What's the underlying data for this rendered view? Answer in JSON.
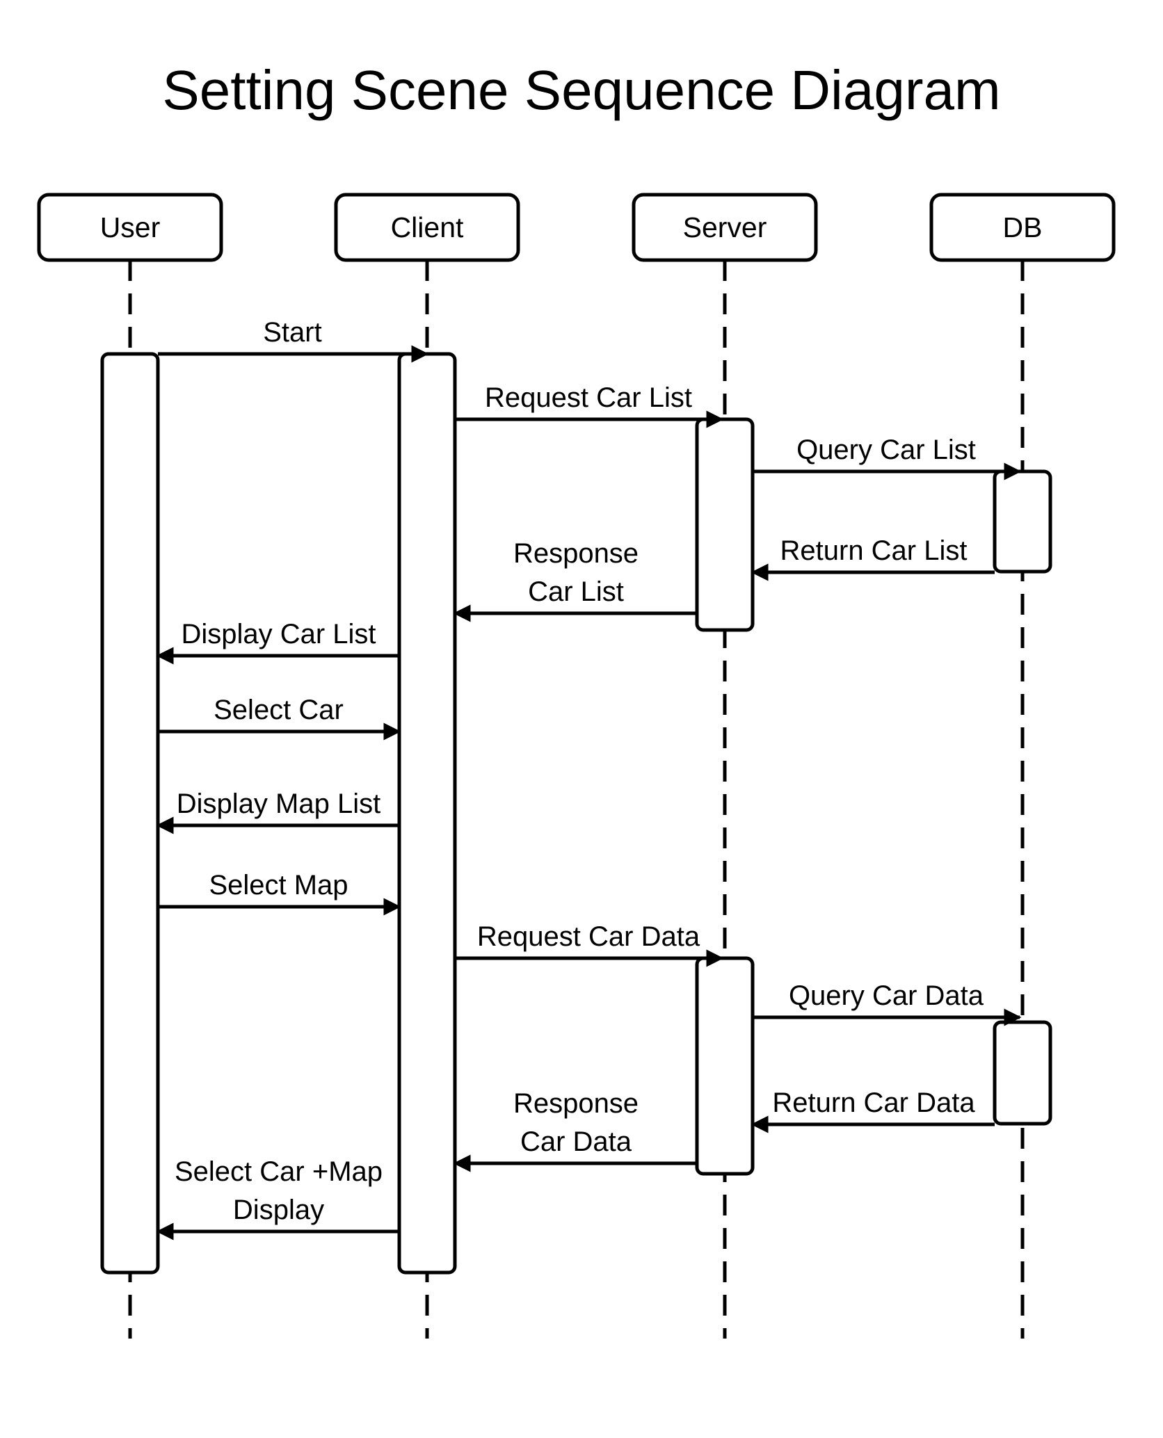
{
  "title": "Setting Scene Sequence Diagram",
  "actors": [
    {
      "id": "user",
      "label": "User"
    },
    {
      "id": "client",
      "label": "Client"
    },
    {
      "id": "server",
      "label": "Server"
    },
    {
      "id": "db",
      "label": "DB"
    }
  ],
  "messages": [
    {
      "from": "user",
      "to": "client",
      "lines": [
        "Start"
      ]
    },
    {
      "from": "client",
      "to": "server",
      "lines": [
        "Request Car List"
      ]
    },
    {
      "from": "server",
      "to": "db",
      "lines": [
        "Query Car List"
      ]
    },
    {
      "from": "db",
      "to": "server",
      "lines": [
        "Return Car List"
      ]
    },
    {
      "from": "server",
      "to": "client",
      "lines": [
        "Response",
        "Car List"
      ]
    },
    {
      "from": "client",
      "to": "user",
      "lines": [
        "Display Car List"
      ]
    },
    {
      "from": "user",
      "to": "client",
      "lines": [
        "Select Car"
      ]
    },
    {
      "from": "client",
      "to": "user",
      "lines": [
        "Display Map List"
      ]
    },
    {
      "from": "user",
      "to": "client",
      "lines": [
        "Select Map"
      ]
    },
    {
      "from": "client",
      "to": "server",
      "lines": [
        "Request Car Data"
      ]
    },
    {
      "from": "server",
      "to": "db",
      "lines": [
        "Query Car Data"
      ]
    },
    {
      "from": "db",
      "to": "server",
      "lines": [
        "Return Car Data"
      ]
    },
    {
      "from": "server",
      "to": "client",
      "lines": [
        "Response",
        "Car Data"
      ]
    },
    {
      "from": "client",
      "to": "user",
      "lines": [
        "Select Car +Map",
        "Display"
      ]
    }
  ],
  "activations": [
    {
      "actor": "user",
      "from_message": 0,
      "to_message": 13
    },
    {
      "actor": "client",
      "from_message": 0,
      "to_message": 13
    },
    {
      "actor": "server",
      "from_message": 1,
      "to_message": 4
    },
    {
      "actor": "db",
      "from_message": 2,
      "to_message": 3
    },
    {
      "actor": "server",
      "from_message": 9,
      "to_message": 12
    },
    {
      "actor": "db",
      "from_message": 10,
      "to_message": 11
    }
  ],
  "colors": {
    "stroke": "#000000",
    "background": "#ffffff"
  }
}
